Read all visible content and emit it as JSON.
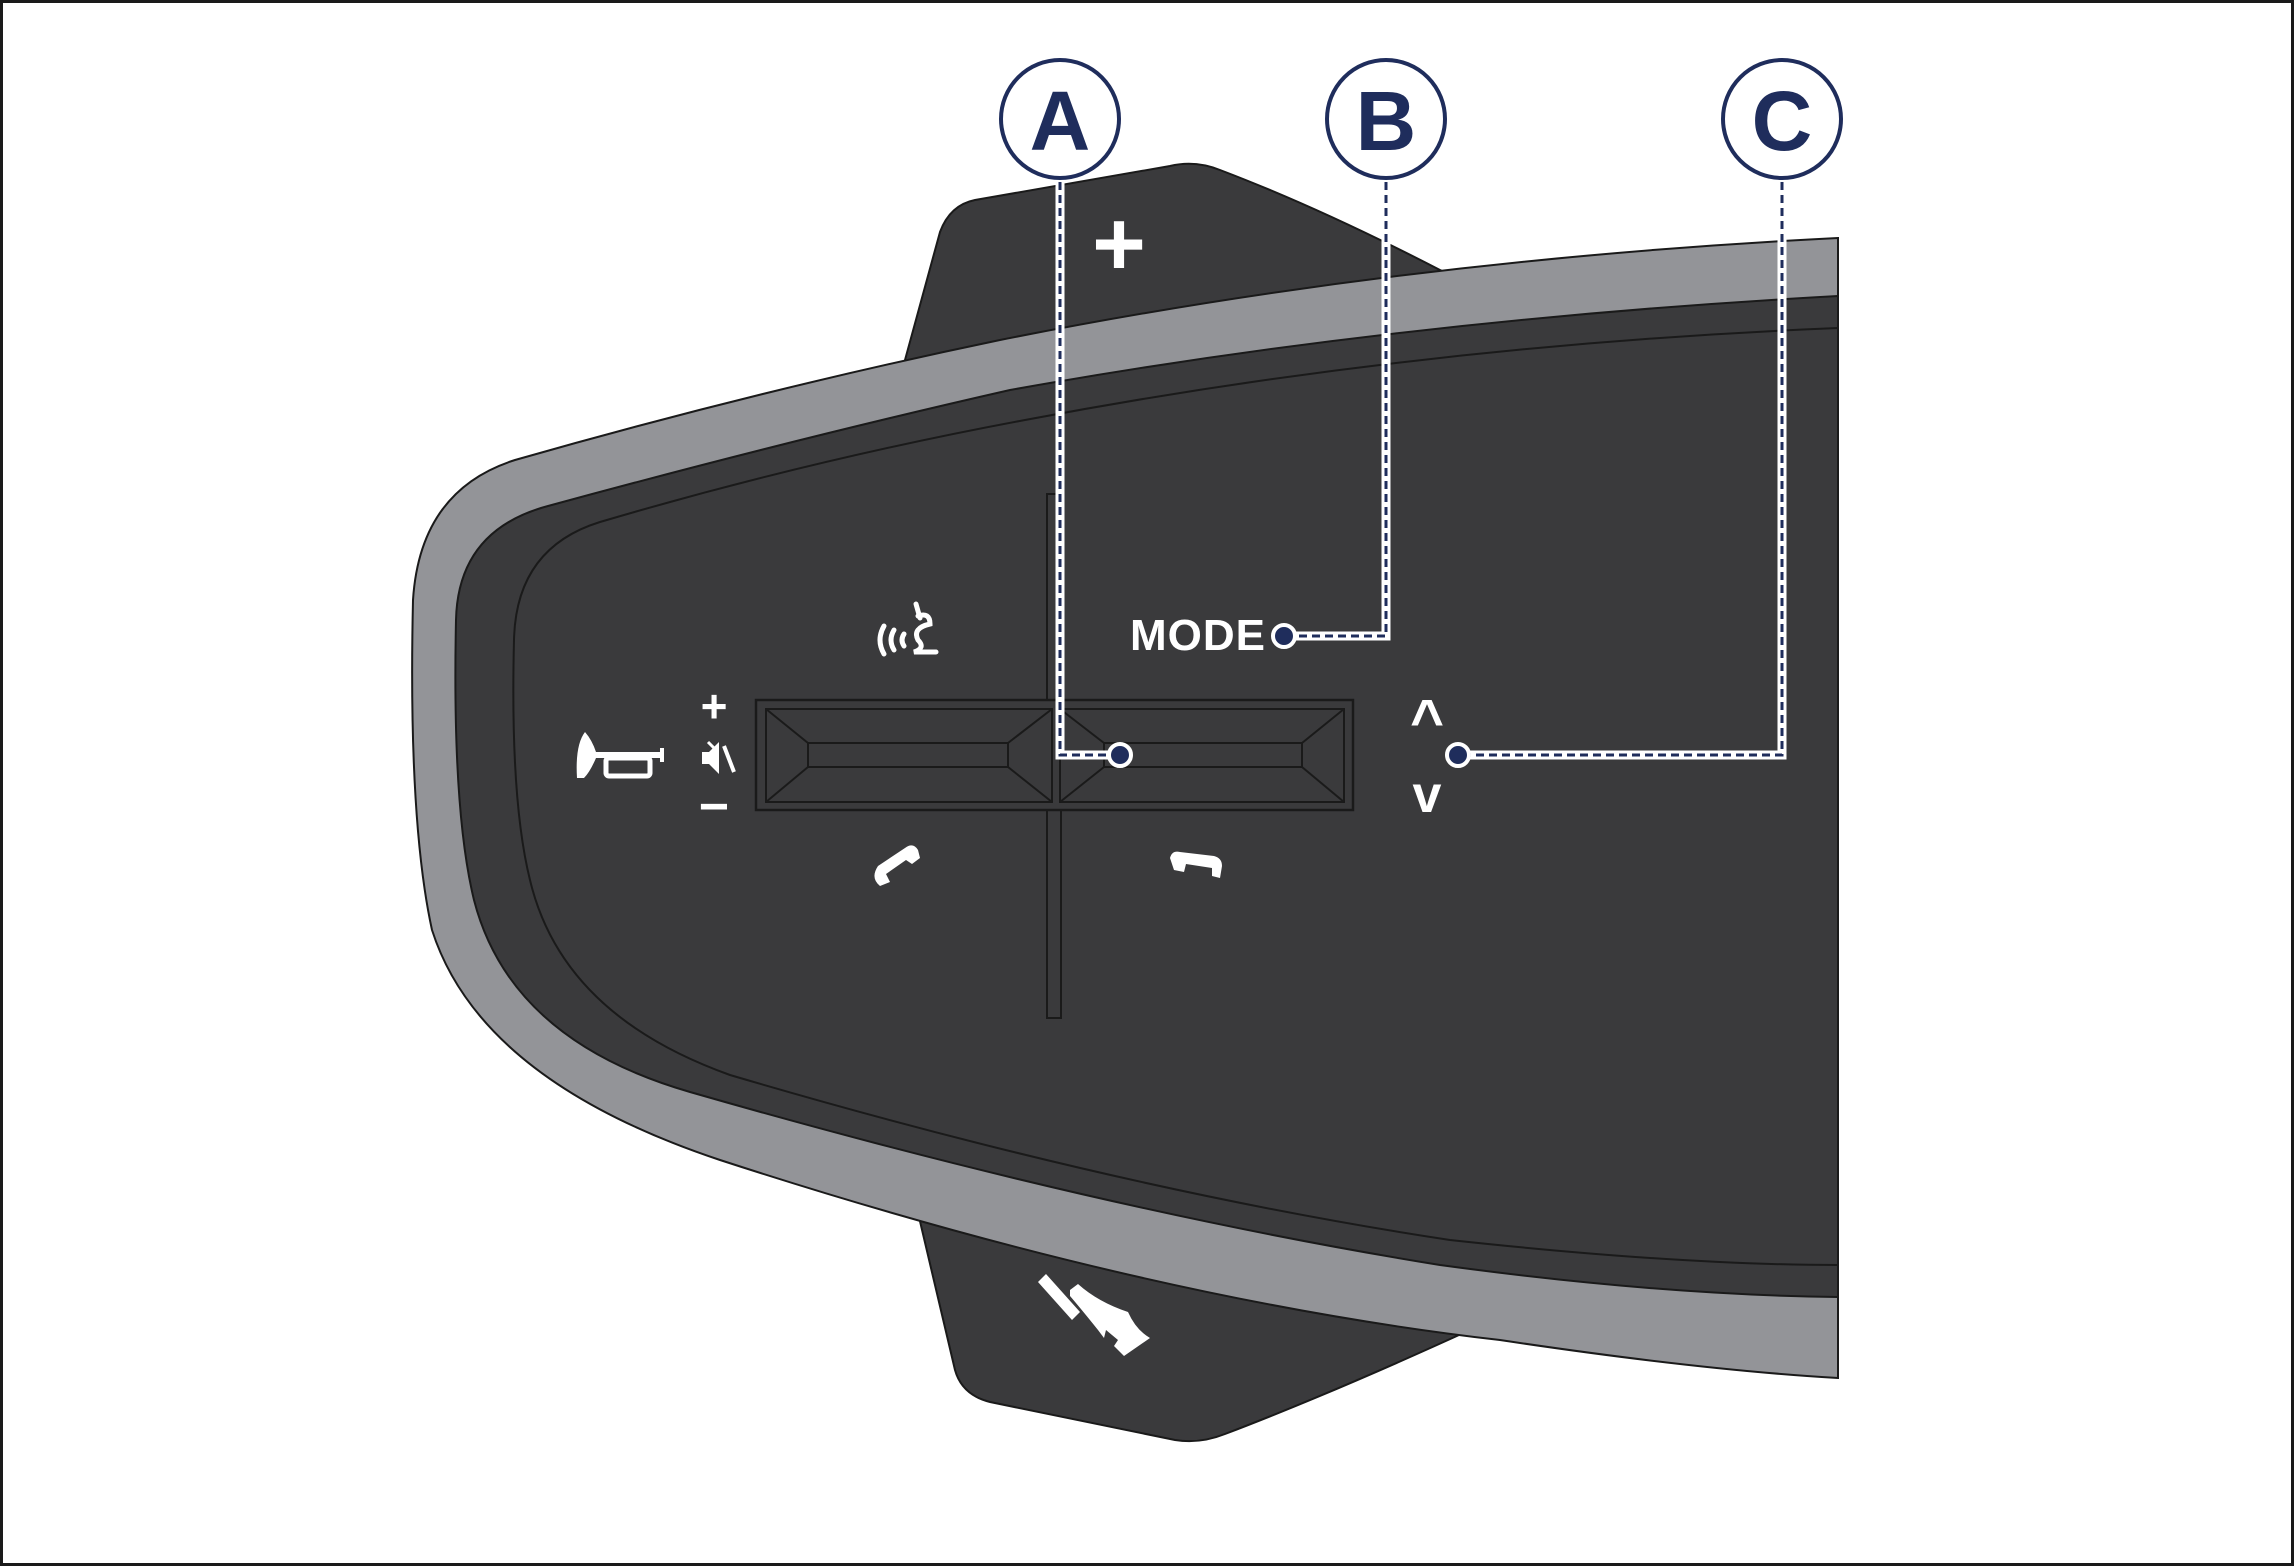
{
  "callouts": {
    "a": {
      "letter": "A"
    },
    "b": {
      "letter": "B"
    },
    "c": {
      "letter": "C"
    }
  },
  "labels": {
    "mode": "MODE",
    "plus": "+",
    "minus": "−",
    "up": "^",
    "down": "v"
  },
  "icons": {
    "horn": "horn-icon",
    "mute": "mute-icon",
    "voice": "voice-command-icon",
    "phone_answer": "phone-answer-icon",
    "phone_hangup": "phone-hangup-icon",
    "adaptive": "driver-assist-icon"
  },
  "colors": {
    "body": "#3a3a3c",
    "rim": "#939498",
    "callout": "#1f2d5c",
    "symbol": "#ffffff"
  }
}
